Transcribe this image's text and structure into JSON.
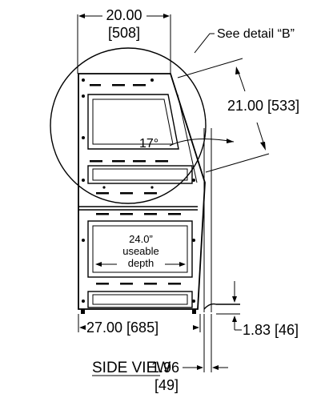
{
  "dimensions": {
    "top_width": {
      "inches": "20.00",
      "mm": "[508]"
    },
    "detail_note": "See detail “B”",
    "angled_length": "21.00 [533]",
    "angle": "17°",
    "useable_depth": {
      "line1": "24.0”",
      "line2": "useable",
      "line3": "depth"
    },
    "overall_depth": "27.00 [685]",
    "foot_height": "1.83 [46]",
    "foot_offset": {
      "inches": "1.96",
      "mm": "[49]"
    }
  },
  "view_title": "SIDE VIEW",
  "colors": {
    "line": "#000000",
    "background": "#ffffff"
  }
}
